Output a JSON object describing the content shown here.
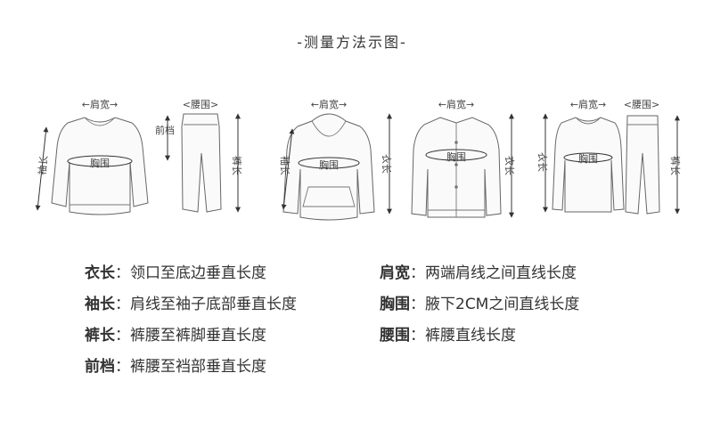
{
  "title": "-测量方法示图-",
  "figure_labels": {
    "shoulder": "肩宽",
    "waist": "腰围",
    "chest": "胸围",
    "length_vertical": "衣长",
    "sleeve_vertical": "袖长",
    "rise_vertical": "前档",
    "pants_vertical": "裤长",
    "arrow_left": "←",
    "arrow_right": "→",
    "bracket_left": "<",
    "bracket_right": ">"
  },
  "legend": [
    {
      "key": "衣长",
      "desc": "领口至底边垂直长度"
    },
    {
      "key": "肩宽",
      "desc": "两端肩线之间直线长度"
    },
    {
      "key": "袖长",
      "desc": "肩线至袖子底部垂直长度"
    },
    {
      "key": "胸围",
      "desc": "腋下2CM之间直线长度"
    },
    {
      "key": "裤长",
      "desc": "裤腰至裤脚垂直长度"
    },
    {
      "key": "腰围",
      "desc": "裤腰直线长度"
    },
    {
      "key": "前档",
      "desc": "裤腰至裆部垂直长度"
    }
  ],
  "colon": "："
}
